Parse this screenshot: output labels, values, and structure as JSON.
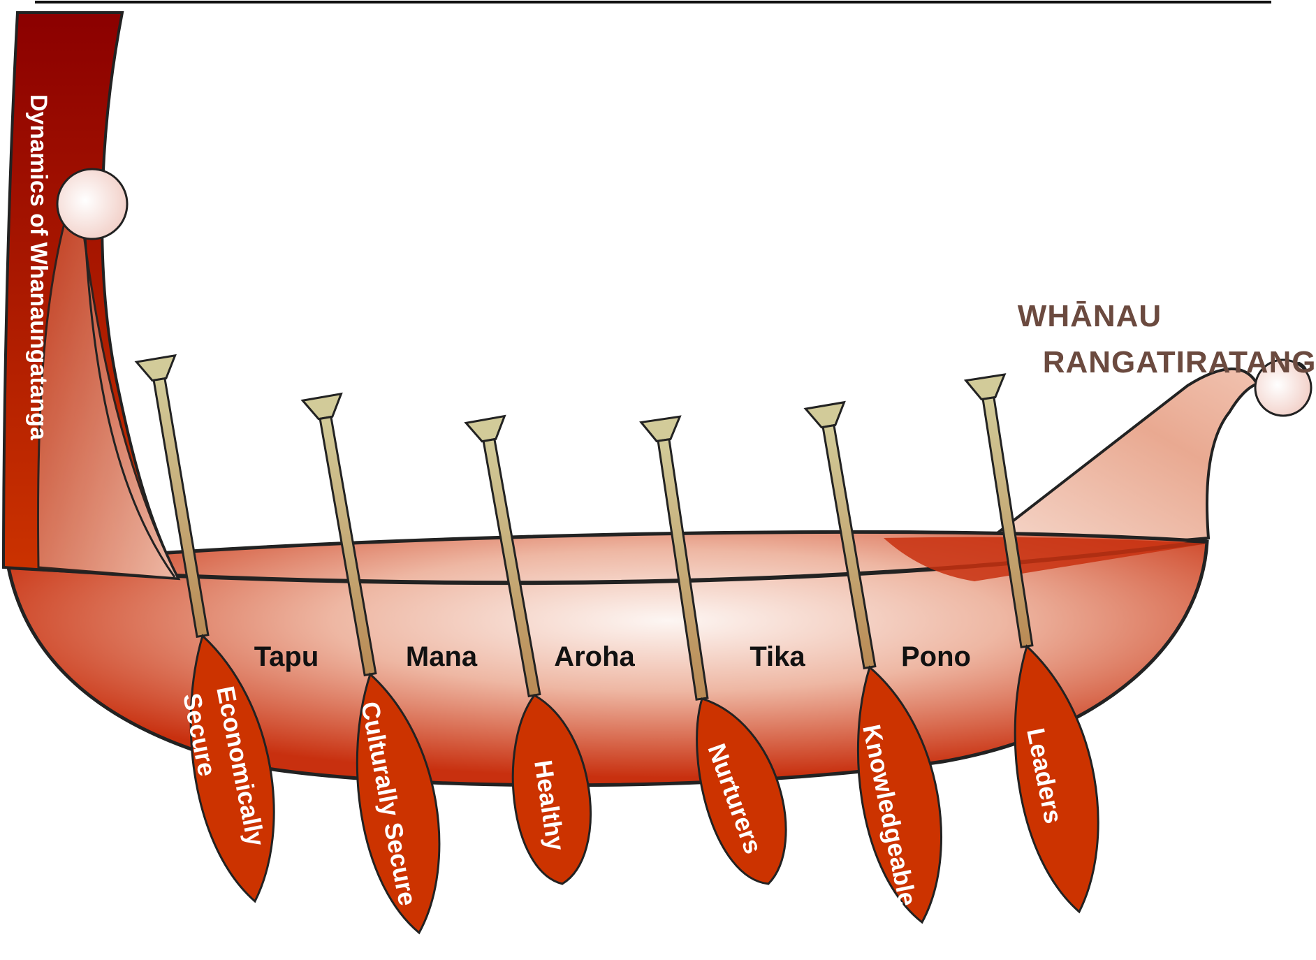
{
  "diagram": {
    "prow_label": "Dynamics of Whanaungatanga",
    "title_lines": [
      "WHĀNAU",
      "RANGATIRATANGA"
    ],
    "values": [
      "Tapu",
      "Mana",
      "Aroha",
      "Tika",
      "Pono"
    ],
    "paddles": [
      {
        "lines": [
          "Economically",
          "Secure"
        ]
      },
      {
        "lines": [
          "Culturally  Secure"
        ]
      },
      {
        "lines": [
          "Healthy"
        ]
      },
      {
        "lines": [
          "Nurturers"
        ]
      },
      {
        "lines": [
          "Knowledgeable"
        ]
      },
      {
        "lines": [
          "Leaders"
        ]
      }
    ],
    "colors": {
      "hull_dark": "#c8300f",
      "hull_light": "#fbefea",
      "prow_top": "#8b0000",
      "paddle_blade": "#cc3300",
      "shaft_top": "#d2cb99",
      "shaft_bottom": "#b98a55",
      "title": "#6b4a3f"
    }
  }
}
